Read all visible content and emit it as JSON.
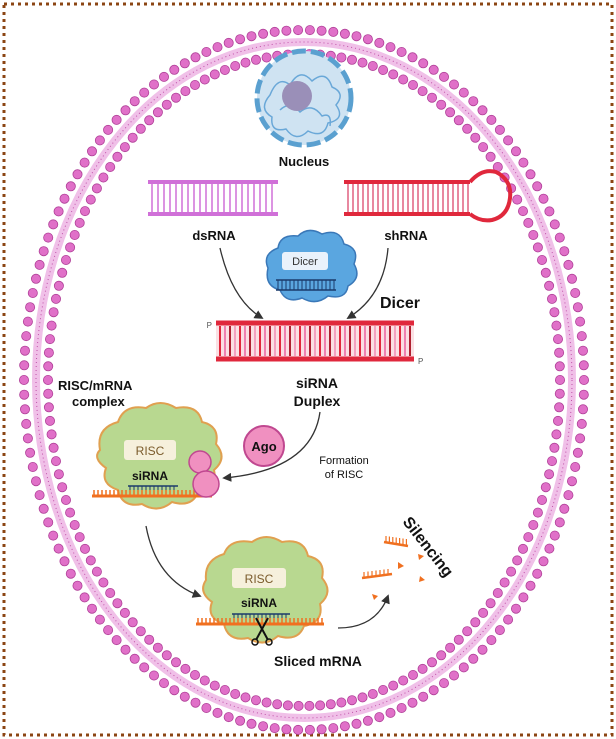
{
  "labels": {
    "nucleus": "Nucleus",
    "dsrna": "dsRNA",
    "shrna": "shRNA",
    "dicer_enzyme": "Dicer",
    "dicer": "Dicer",
    "sirna_line1": "siRNA",
    "sirna_line2": "Duplex",
    "risc_complex_line1": "RISC/mRNA",
    "risc_complex_line2": "complex",
    "ago": "Ago",
    "formation_line1": "Formation",
    "formation_line2": "of RISC",
    "risc1": "RISC",
    "sirna1": "siRNA",
    "risc2": "RISC",
    "sirna2": "siRNA",
    "sliced_mrna": "Sliced mRNA",
    "silencing": "Silencing",
    "p_left": "P",
    "p_right": "P"
  },
  "colors": {
    "frame": "#8b4513",
    "membrane": "#e070c8",
    "membrane_inner": "#c050a8",
    "nucleus_fill": "#cfe3f2",
    "nucleolus": "#9a8fb8",
    "dsrna": "#d070d8",
    "shrna": "#e0283c",
    "duplex": "#e0283c",
    "dicer_fill": "#5aa6e0",
    "ago": "#f090c0",
    "risc_blob": "#b8d890",
    "mrna": "#f07020",
    "arrow": "#333333"
  }
}
